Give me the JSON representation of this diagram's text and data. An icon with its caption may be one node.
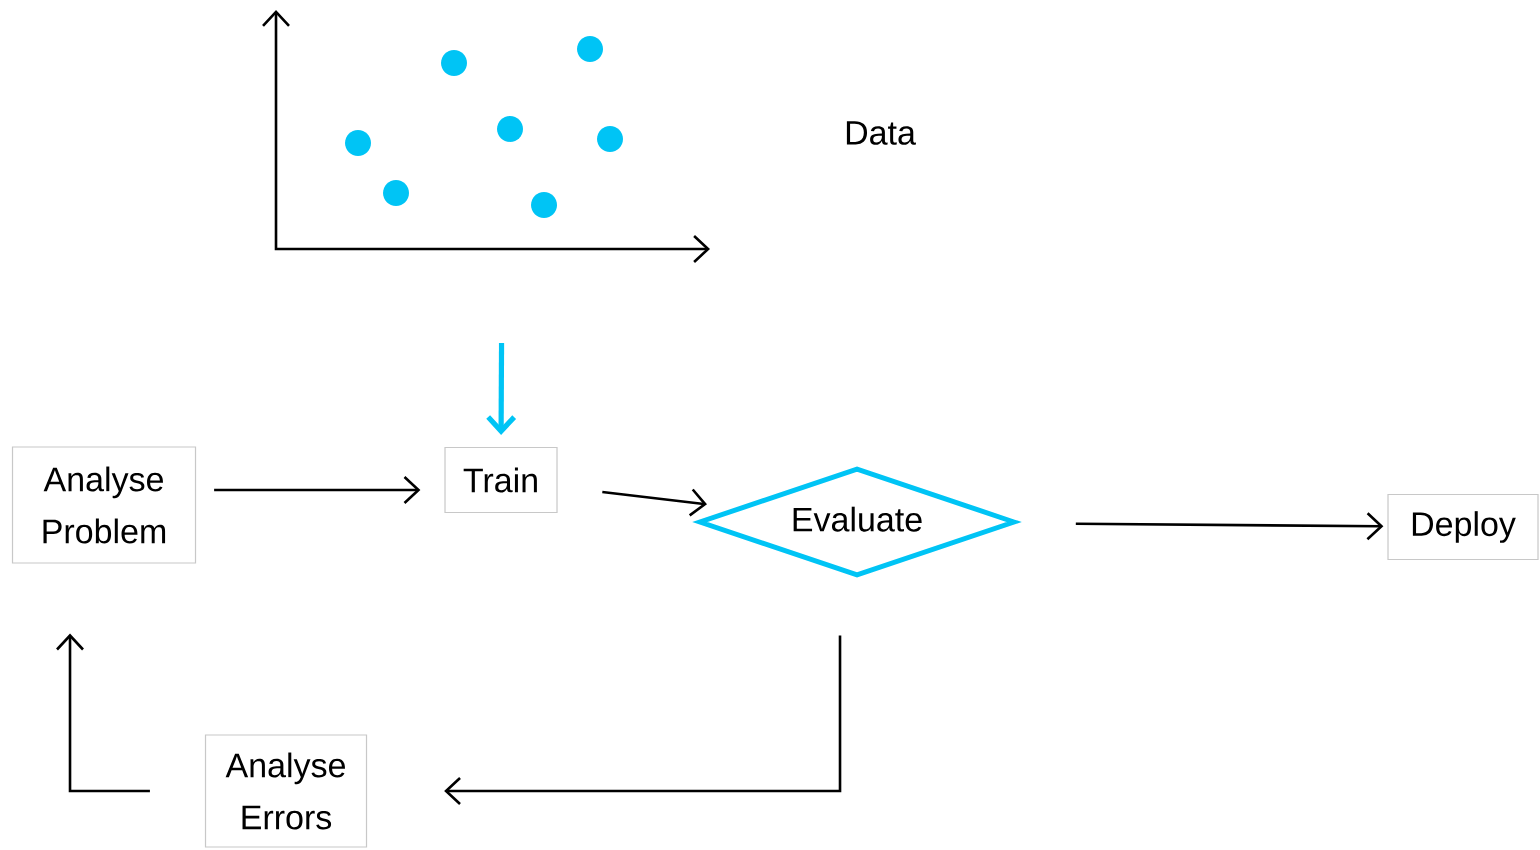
{
  "diagram": {
    "nodes": [
      {
        "text": [
          "Analyse Problem"
        ]
      },
      {
        "text": [
          "Train"
        ]
      },
      {
        "text": [
          "Evaluate"
        ]
      },
      {
        "text": [
          "Deploy"
        ]
      },
      {
        "text": [
          "Analyse Errors"
        ]
      },
      {
        "text": [],
        "shape": "picture"
      }
    ],
    "labels": [
      "Data"
    ],
    "edges": [
      {
        "from": 0,
        "to": 1,
        "arrow": "to"
      },
      {
        "from": 1,
        "to": 2,
        "arrow": "to"
      },
      {
        "from": 2,
        "to": 3,
        "arrow": "to"
      },
      {
        "from": 2,
        "to": 4,
        "arrow": "to"
      },
      {
        "from": 4,
        "to": 0,
        "arrow": "to"
      },
      {
        "from": 5,
        "to": 1,
        "arrow": "to",
        "style": "thick",
        "color": "#00c4f5"
      }
    ]
  }
}
